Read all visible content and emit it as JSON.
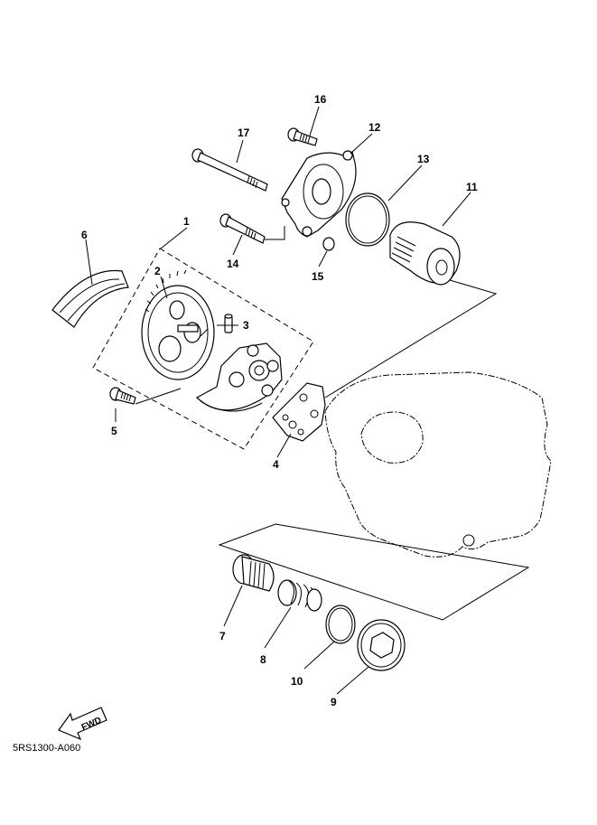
{
  "diagram_code": "5RS1300-A060",
  "fwd_label": "FWD",
  "callouts": [
    "1",
    "2",
    "3",
    "4",
    "5",
    "6",
    "7",
    "8",
    "9",
    "10",
    "11",
    "12",
    "13",
    "14",
    "15",
    "16",
    "17"
  ]
}
